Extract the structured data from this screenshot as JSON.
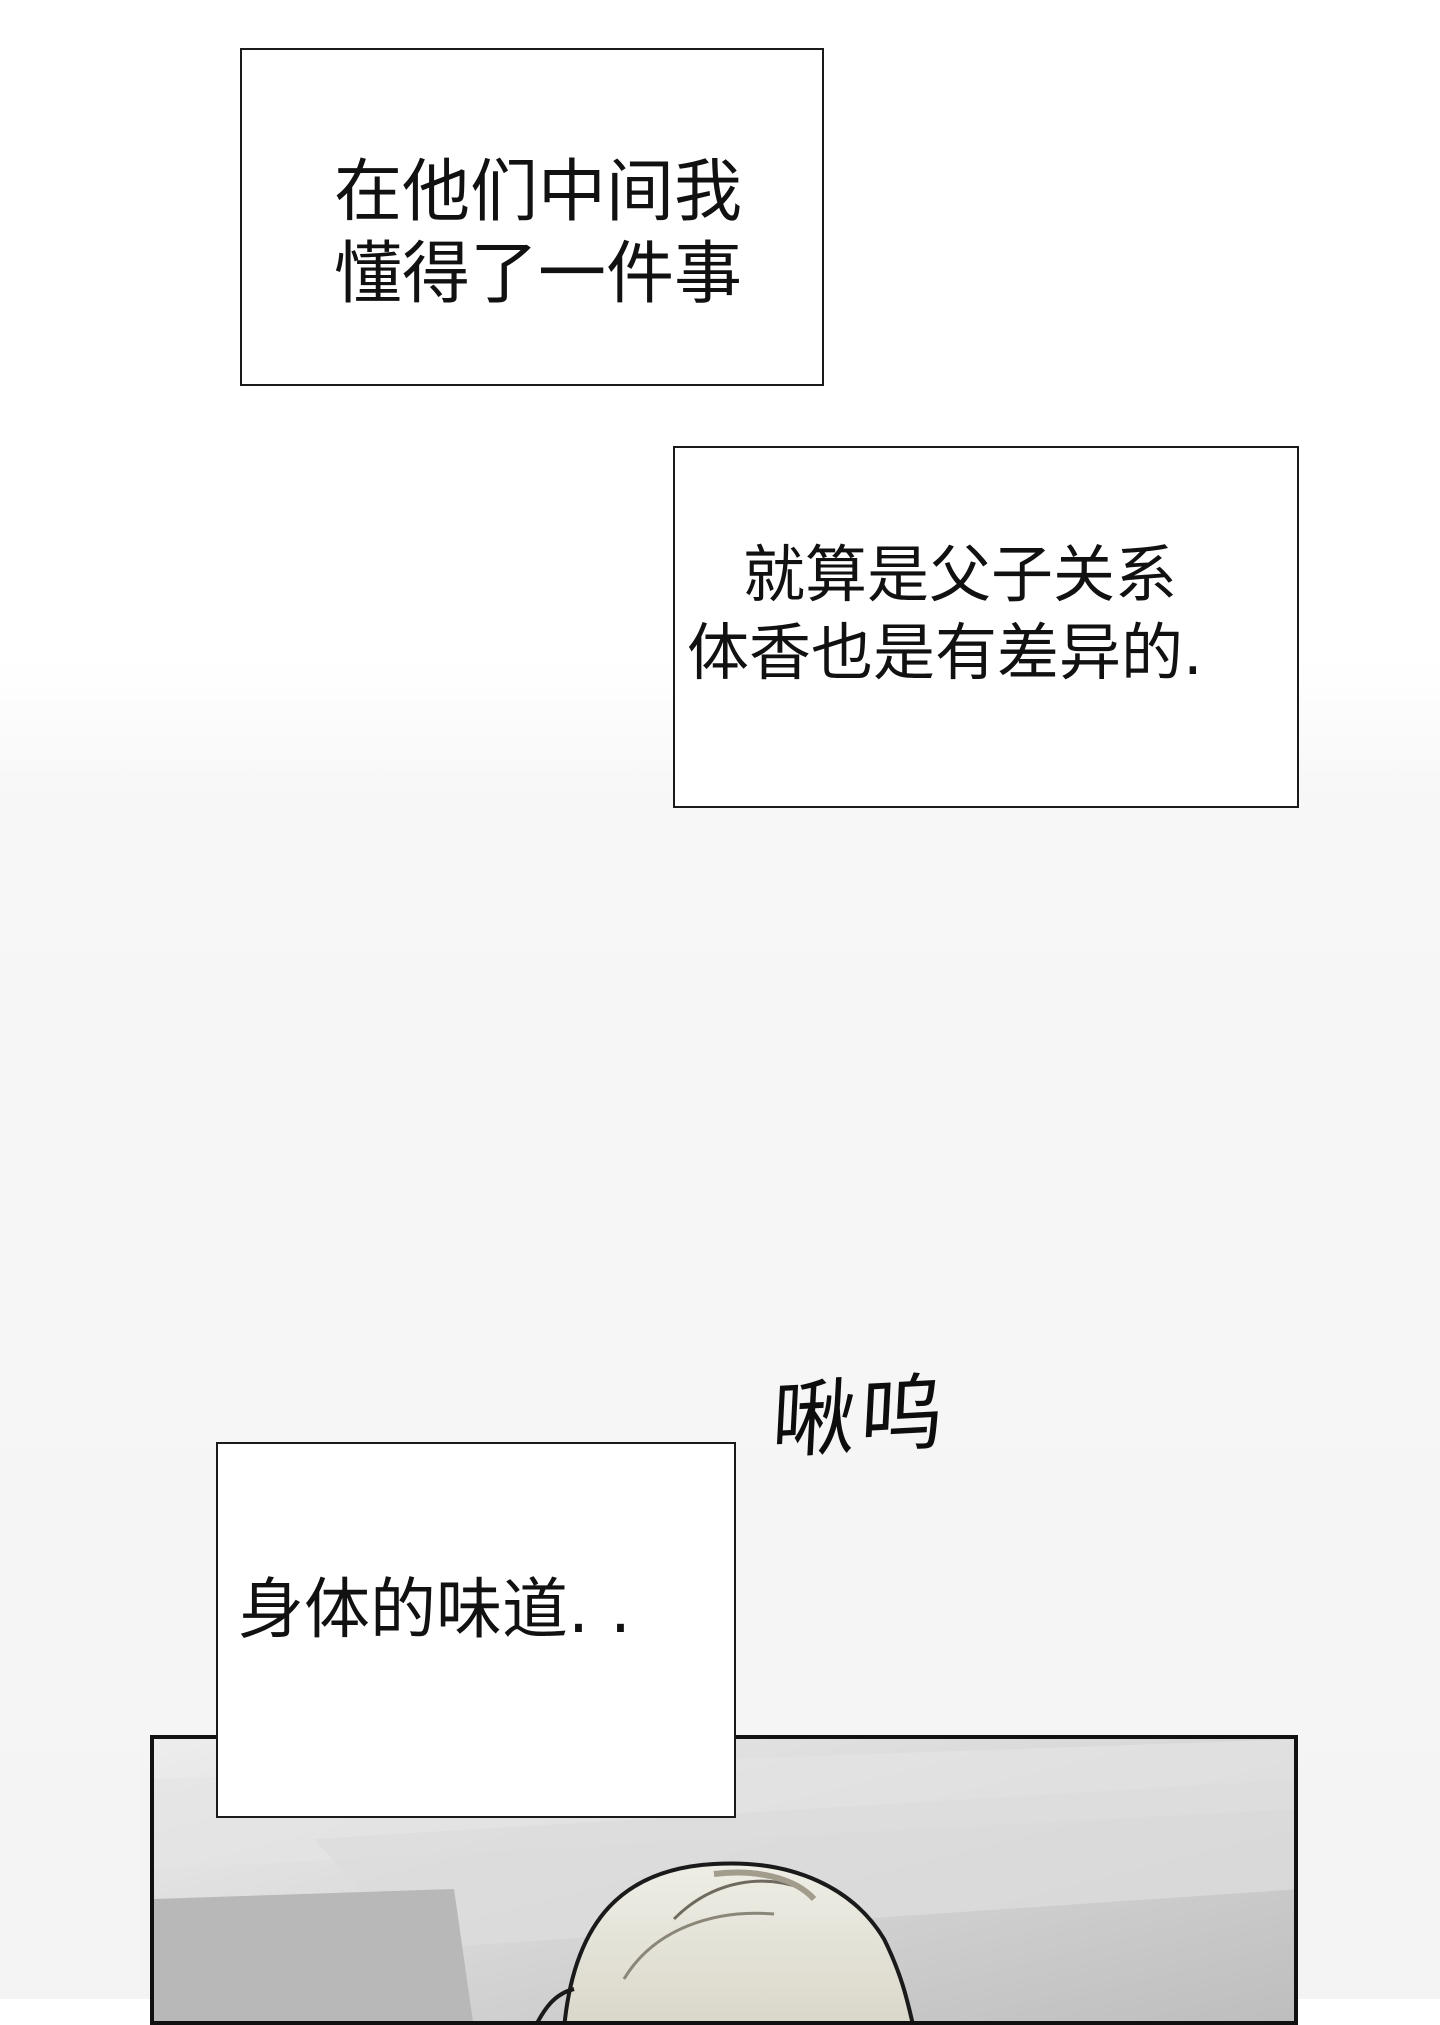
{
  "captions": {
    "box1": {
      "line1": "在他们中间我",
      "line2": "懂得了一件事"
    },
    "box2": {
      "line1": "就算是父子关系",
      "line2": "体香也是有差异的."
    },
    "box3": {
      "line1": "身体的味道. ."
    }
  },
  "sound_effect": "啾呜",
  "colors": {
    "border": "#1a1a1a",
    "text": "#111111",
    "panel_gray": "#c9c9c9",
    "hair": "#e6e4d8"
  }
}
